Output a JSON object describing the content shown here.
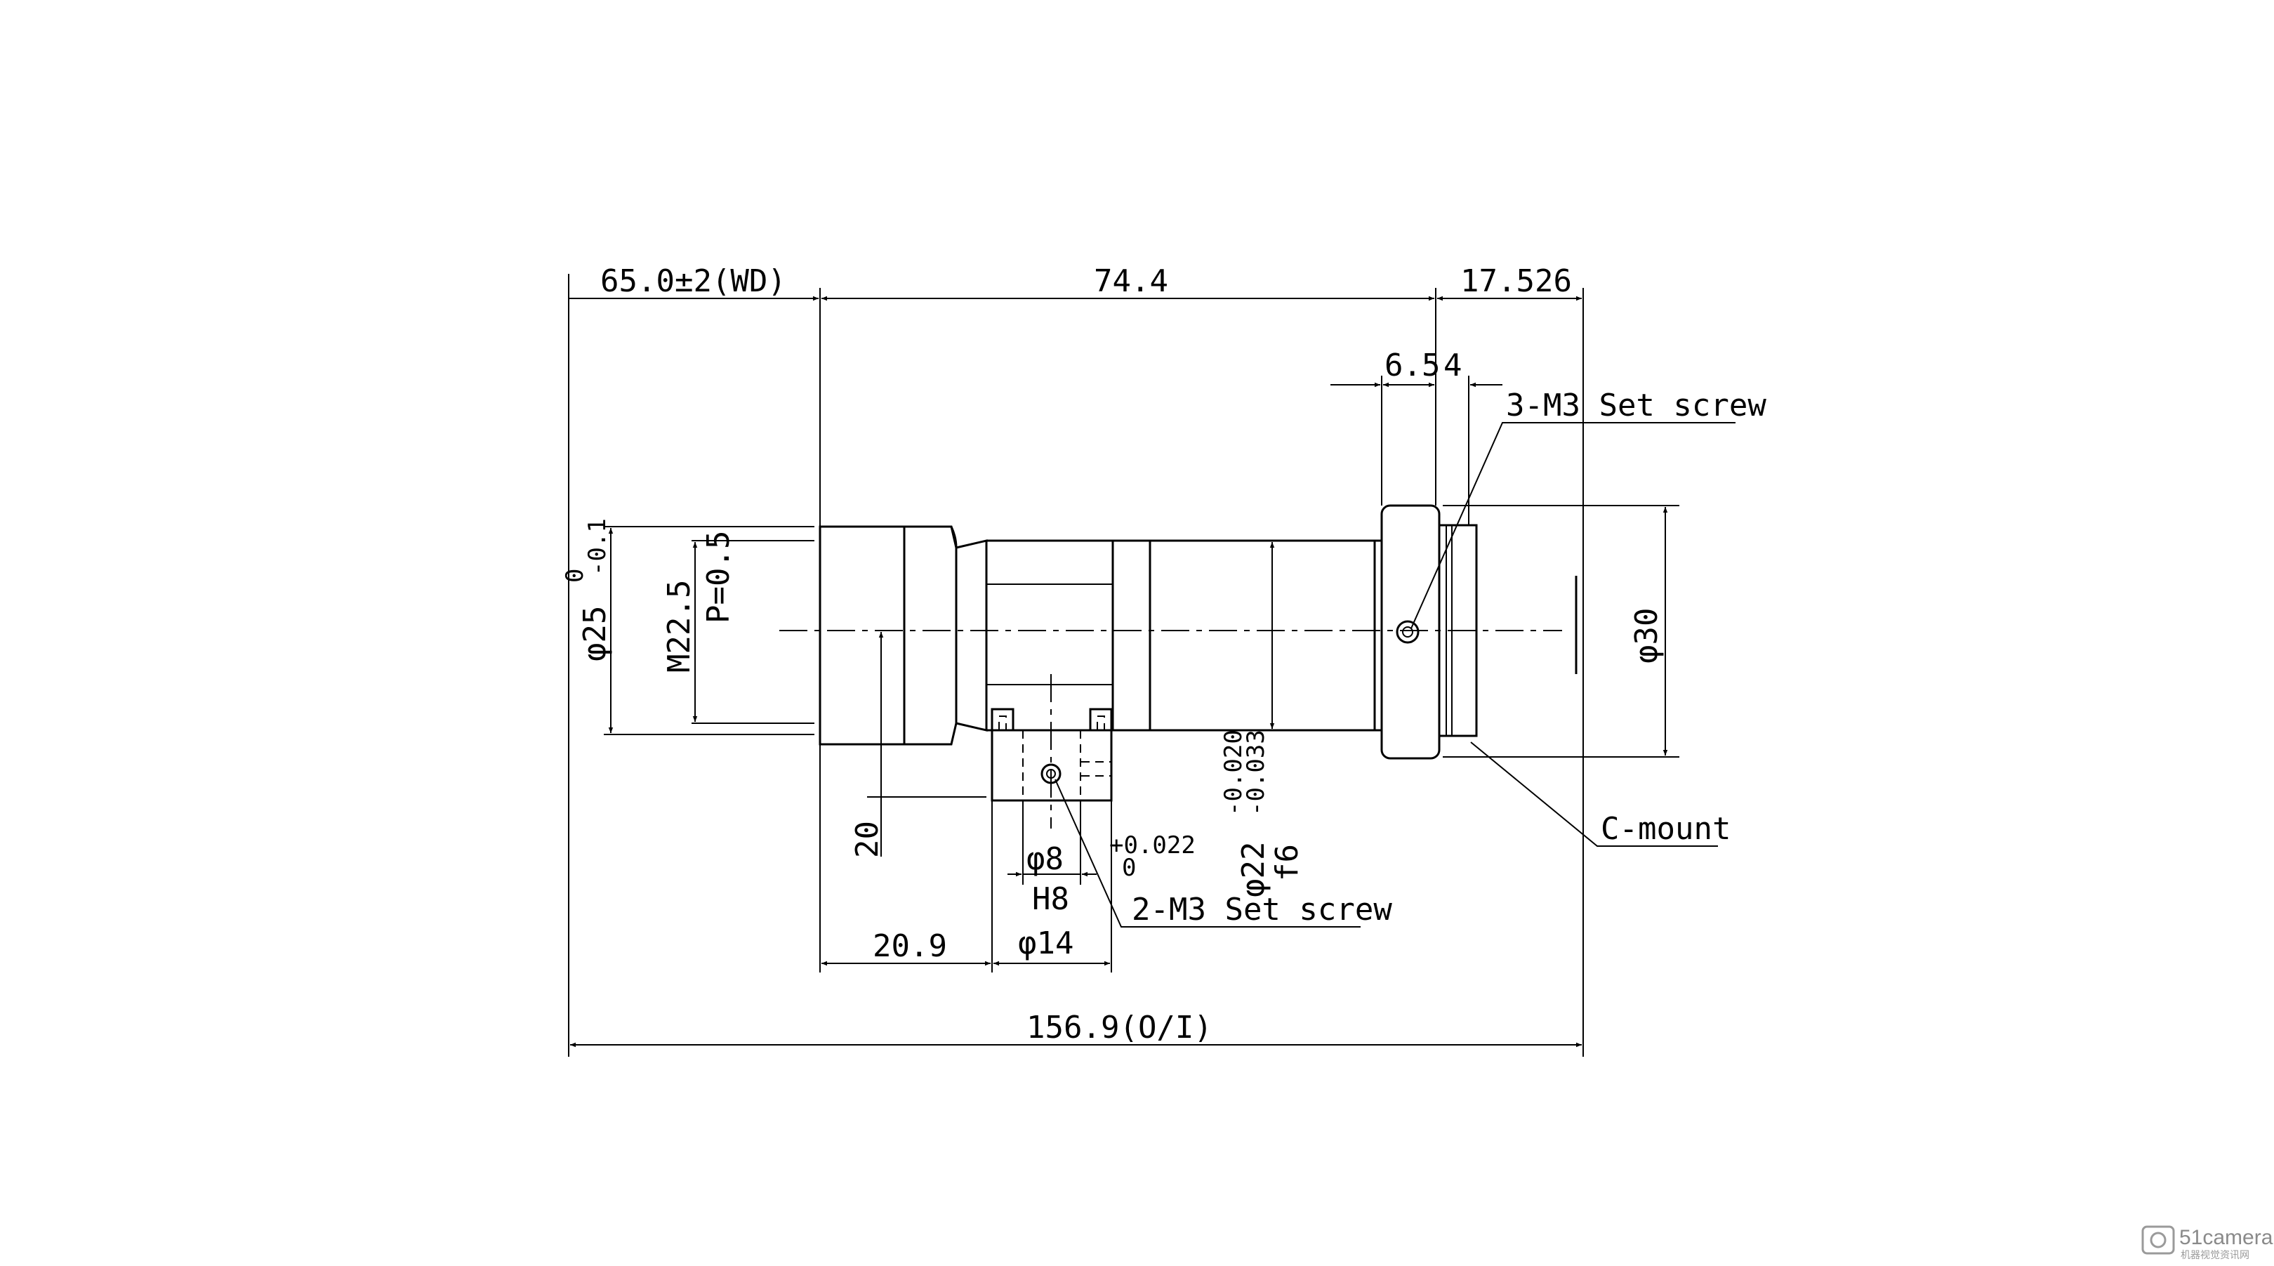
{
  "dimensions": {
    "working_distance": "65.0±2(WD)",
    "lens_length": "74.4",
    "flange_back": "17.526",
    "ring_width": "6.5",
    "ring_offset": "4",
    "overall_length": "156.9(O/I)",
    "mount_position": "20.9",
    "mount_bore": "φ14",
    "pin_diameter": "φ8",
    "pin_fit": "H8",
    "pin_tol_upper": "+0.022",
    "pin_tol_lower": "0",
    "mount_height": "20",
    "front_diameter": "φ25",
    "front_tol_upper": "0",
    "front_tol_lower": "-0.1",
    "thread": "M22.5",
    "thread_pitch": "P=0.5",
    "barrel_diameter": "φ22",
    "barrel_tol_upper": "-0.020",
    "barrel_tol_lower": "-0.033",
    "barrel_fit": "f6",
    "rear_diameter": "φ30"
  },
  "callouts": {
    "set_screw_3": "3-M3 Set screw",
    "set_screw_2": "2-M3 Set screw",
    "c_mount": "C-mount"
  },
  "watermark": {
    "brand": "51camera",
    "subtitle": "机器视觉资讯网"
  }
}
